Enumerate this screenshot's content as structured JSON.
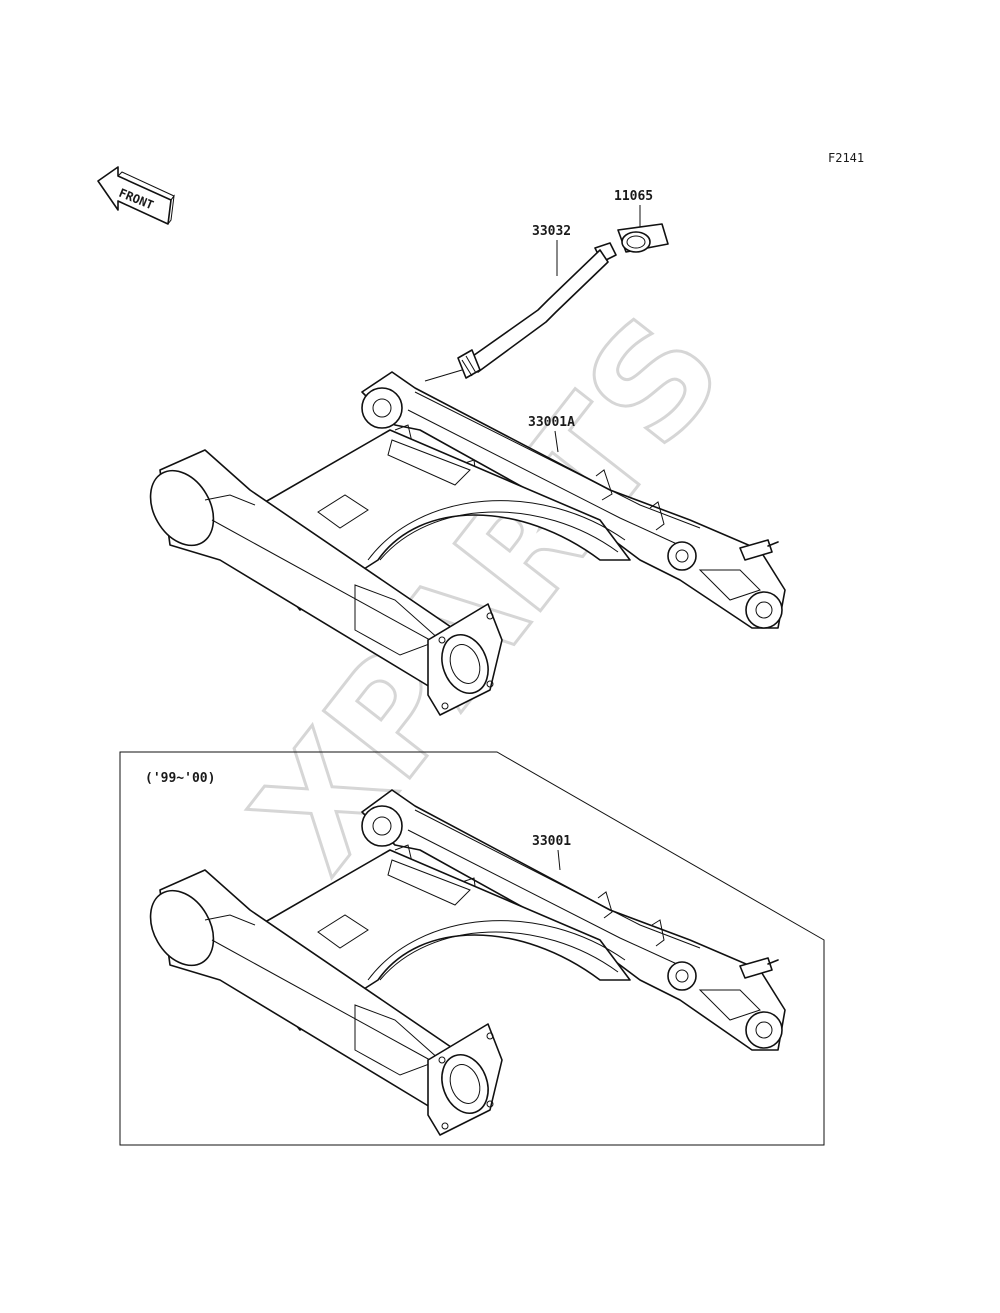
{
  "figure_code": "F2141",
  "direction_label": "FRONT",
  "parts": {
    "bushing": "11065",
    "pivot_shaft": "33032",
    "swingarm_top": "33001A",
    "swingarm_inset": "33001"
  },
  "inset": {
    "year_range": "('99~'00)"
  },
  "watermark": "XPARTS"
}
